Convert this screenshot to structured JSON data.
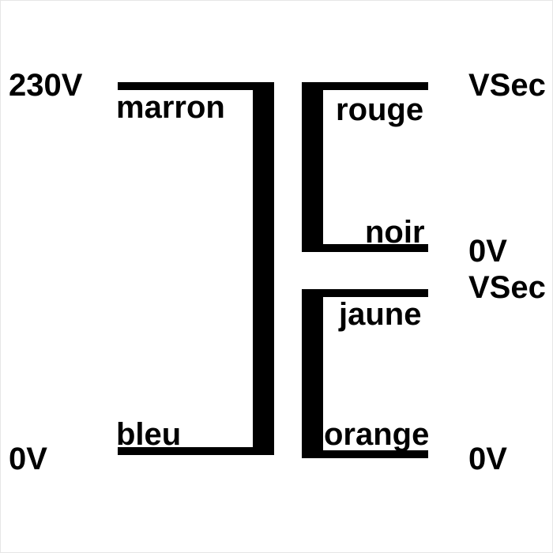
{
  "colors": {
    "line": "#000000",
    "background": "#ffffff"
  },
  "primary": {
    "top_terminal": "230V",
    "bottom_terminal": "0V",
    "top_wire": "marron",
    "bottom_wire": "bleu"
  },
  "secondary_1": {
    "top_terminal": "VSec",
    "bottom_terminal": "0V",
    "top_wire": "rouge",
    "bottom_wire": "noir"
  },
  "secondary_2": {
    "top_terminal": "VSec",
    "bottom_terminal": "0V",
    "top_wire": "jaune",
    "bottom_wire": "orange"
  }
}
